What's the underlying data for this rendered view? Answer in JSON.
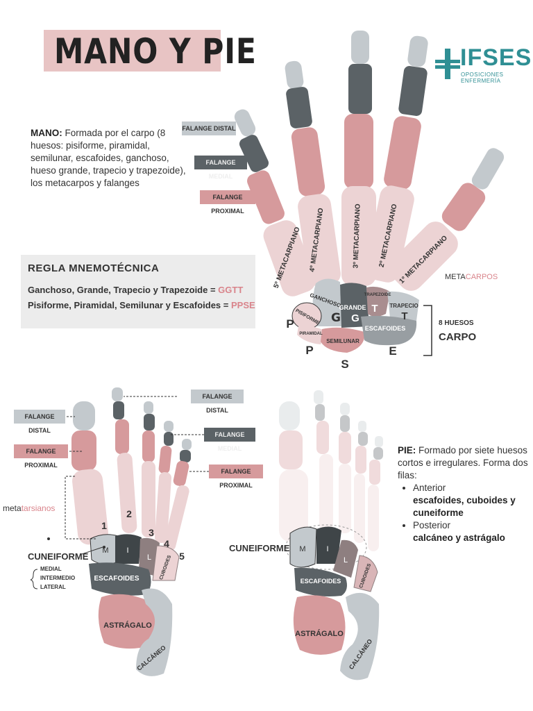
{
  "title": "MANO Y PIE",
  "logo": {
    "name": "IFSES",
    "subtitle": "OPOSICIONES ENFERMERÍA"
  },
  "mano": {
    "heading": "MANO:",
    "text": " Formada por el carpo (8 huesos: pisiforme, piramidal, semilunar, escafoides, ganchoso, hueso grande, trapecio y trapezoide), los metacarpos y falanges"
  },
  "rule": {
    "title": "REGLA MNEMOTÉCNICA",
    "line1": {
      "text": "Ganchoso, Grande, Trapecio y Trapezoide = ",
      "code": "GGTT"
    },
    "line2": {
      "text": "Pisiforme, Piramidal, Semilunar y Escafoides = ",
      "code": "PPSE"
    }
  },
  "hand_tags": {
    "distal": "FALANGE DISTAL",
    "medial": "FALANGE MEDIAL",
    "proximal": "FALANGE PROXIMAL"
  },
  "hand_labels": {
    "meta5": "5º METACARPIANO",
    "meta4": "4º METACARPIANO",
    "meta3": "3º METACARPIANO",
    "meta2": "2º METACARPIANO",
    "meta1": "1º METACARPIANO",
    "ganchoso": "GANCHOSO",
    "grande": "GRANDE",
    "trapezoide": "TRAPEZOIDE",
    "trapecio": "TRAPECIO",
    "pisiforme": "PISIFORME",
    "piramidal": "PIRAMIDAL",
    "semilunar": "SEMILUNAR",
    "escafoides": "ESCAFOIDES",
    "metacarpos_meta": "META",
    "metacarpos_carpos": "CARPOS",
    "carpo_count": "8 HUESOS",
    "carpo": "CARPO",
    "letters": {
      "g1": "G",
      "g2": "G",
      "t1": "T",
      "t2": "T",
      "p1": "P",
      "p2": "P",
      "s": "S",
      "e": "E"
    }
  },
  "foot_tags": {
    "distal_left": "FALANGE DISTAL",
    "proximal_left": "FALANGE PROXIMAL",
    "distal_top": "FALANGE DISTAL",
    "medial": "FALANGE MEDIAL",
    "proximal_right": "FALANGE PROXIMAL"
  },
  "foot_labels": {
    "metatarsianos_meta": "meta",
    "metatarsianos_tarsianos": "tarsianos",
    "cuneiforme": "CUNEIFORME",
    "cuneiforme_medial": "MEDIAL",
    "cuneiforme_intermedio": "INTERMEDIO",
    "cuneiforme_lateral": "LATERAL",
    "escafoides": "ESCAFOIDES",
    "cuboides": "CUBOIDES",
    "astragalo": "ASTRÁGALO",
    "calcaneo": "CALCÁNEO",
    "nums": [
      "1",
      "2",
      "3",
      "4",
      "5"
    ],
    "m": "M",
    "i": "I",
    "l": "L",
    "cuneiforme_right": "CUNEIFORME",
    "escafoides_right": "ESCAFOIDES",
    "cuboides_right": "CUBOIDES",
    "astragalo_right": "ASTRÁGALO",
    "calcaneo_right": "CALCÁNEO"
  },
  "pie": {
    "heading": "PIE:",
    "text": " Formado por siete huesos cortos e irregulares. Forma dos filas:",
    "anterior_label": "Anterior",
    "anterior_bones": "escafoides, cuboides y cuneiforme",
    "posterior_label": "Posterior",
    "posterior_bones": "calcáneo y astrágalo"
  },
  "colors": {
    "pink": "#d69a9c",
    "light_pink": "#ecd3d4",
    "gray": "#c3c9cd",
    "dark": "#5b6266",
    "teal": "#2f8f94"
  }
}
